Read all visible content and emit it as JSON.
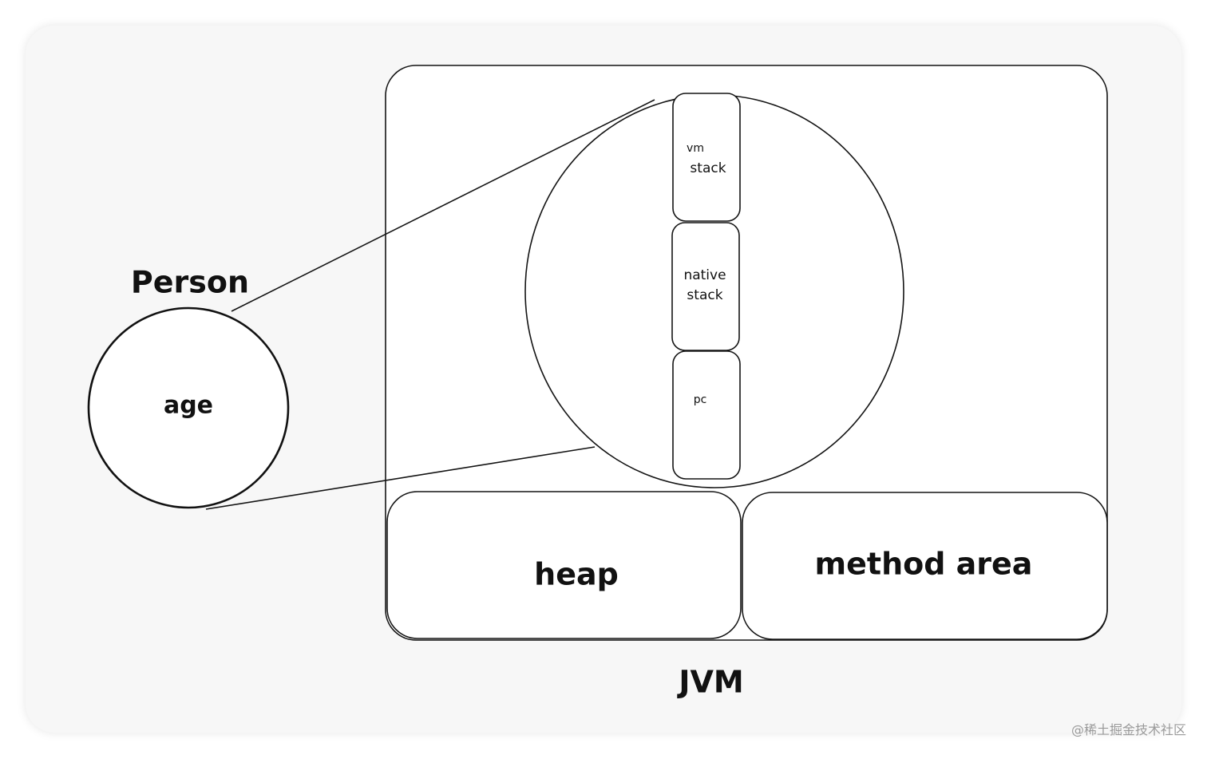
{
  "diagram": {
    "person": {
      "title": "Person",
      "field": "age"
    },
    "jvm": {
      "label": "JVM",
      "thread": {
        "vm_stack": [
          "vm",
          "stack"
        ],
        "native_stack": [
          "native",
          "stack"
        ],
        "pc": "pc"
      },
      "heap": "heap",
      "method_area": "method area"
    }
  },
  "watermark": "@稀土掘金技术社区"
}
